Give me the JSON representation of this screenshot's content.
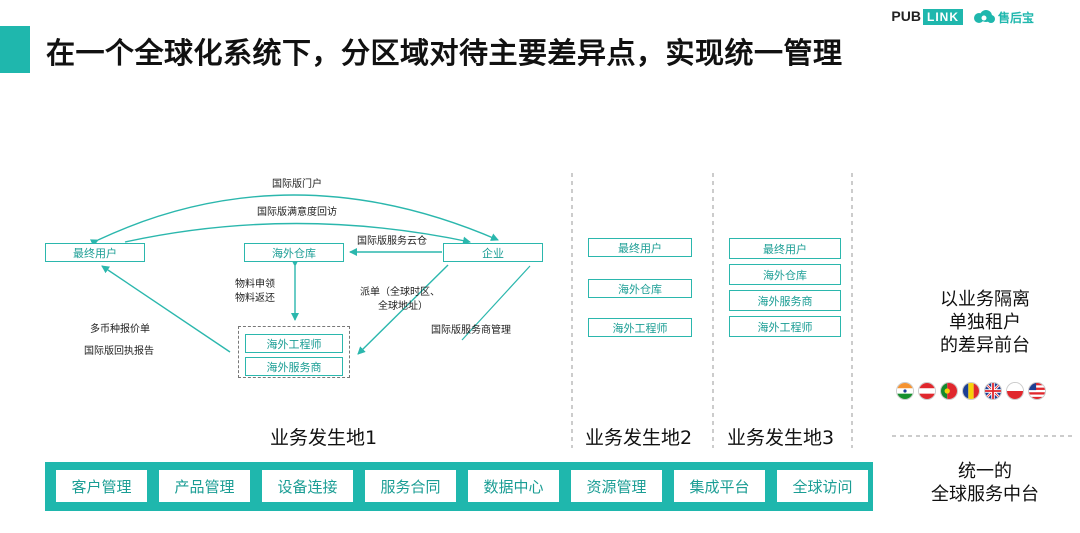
{
  "header": {
    "title": "在一个全球化系统下，分区域对待主要差异点，实现统一管理",
    "logo_pub": "PUB",
    "logo_link": "LINK",
    "logo_brand": "售后宝"
  },
  "region1": {
    "boxes": {
      "end_user": "最终用户",
      "warehouse": "海外仓库",
      "enterprise": "企业",
      "engineer": "海外工程师",
      "service_provider": "海外服务商"
    },
    "labels": {
      "portal": "国际版门户",
      "satisfaction": "国际版满意度回访",
      "service_cloud": "国际版服务云仓",
      "material_1": "物料申领",
      "material_2": "物料返还",
      "dispatch_1": "派单（全球时区、",
      "dispatch_2": "全球地址）",
      "provider_mgmt": "国际版服务商管理",
      "quote": "多币种报价单",
      "receipt": "国际版回执报告"
    },
    "name": "业务发生地1"
  },
  "region2": {
    "boxes": [
      "最终用户",
      "海外仓库",
      "海外工程师"
    ],
    "name": "业务发生地2"
  },
  "region3": {
    "boxes": [
      "最终用户",
      "海外仓库",
      "海外服务商",
      "海外工程师"
    ],
    "name": "业务发生地3"
  },
  "side": {
    "frontend_lines": [
      "以业务隔离",
      "单独租户",
      "的差异前台"
    ],
    "middle_lines": [
      "统一的",
      "全球服务中台"
    ],
    "flags": [
      "india-flag-icon",
      "austria-flag-icon",
      "portugal-flag-icon",
      "romania-flag-icon",
      "uk-flag-icon",
      "poland-flag-icon",
      "usa-flag-icon"
    ]
  },
  "platform": {
    "modules": [
      "客户管理",
      "产品管理",
      "设备连接",
      "服务合同",
      "数据中心",
      "资源管理",
      "集成平台",
      "全球访问"
    ]
  },
  "colors": {
    "accent": "#1fb7ad",
    "box_text": "#1a9d94"
  }
}
